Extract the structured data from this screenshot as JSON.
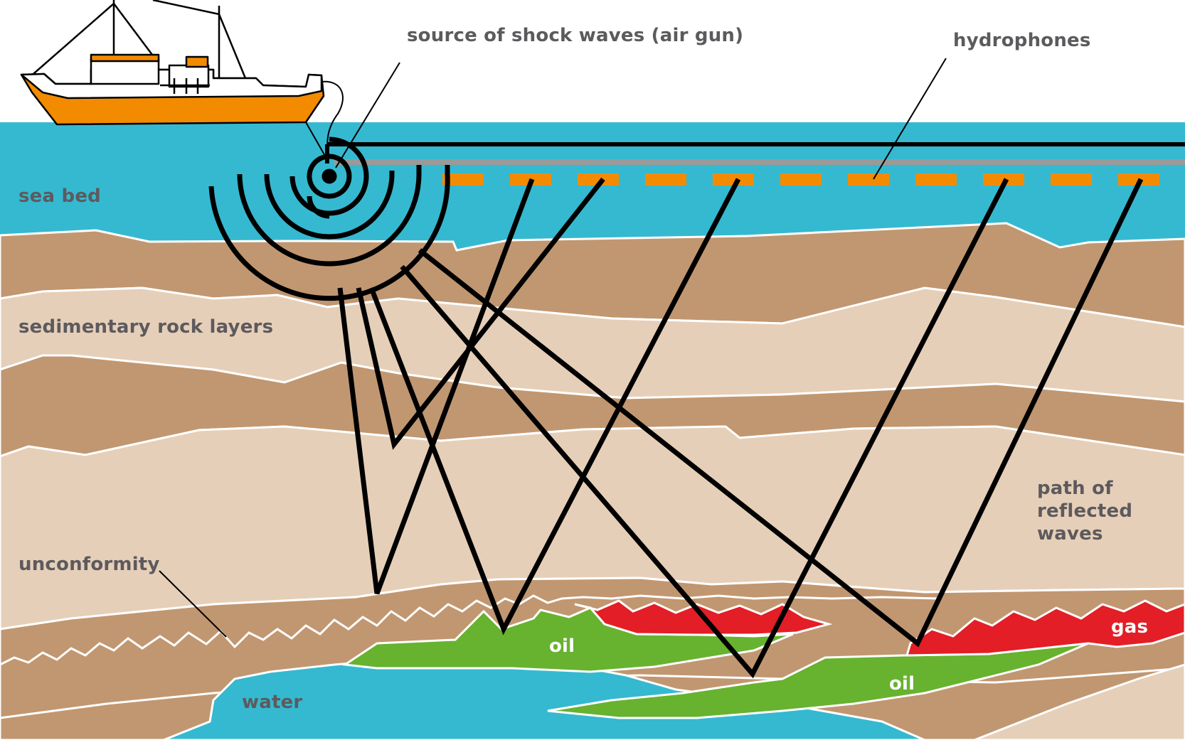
{
  "labels": {
    "source": "source of shock waves (air gun)",
    "hydrophones": "hydrophones",
    "sea_bed": "sea bed",
    "sedimentary": "sedimentary rock layers",
    "unconformity": "unconformity",
    "path_line1": "path of",
    "path_line2": "reflected",
    "path_line3": "waves",
    "oil_left": "oil",
    "oil_right": "oil",
    "gas": "gas",
    "water": "water"
  },
  "colors": {
    "sea": "#35b9d0",
    "rock_dark": "#c19771",
    "rock_light": "#e6cfb8",
    "oil": "#67b22f",
    "gas": "#e31e26",
    "water": "#35b9d0",
    "ship_hull": "#f28b00",
    "hydrophone": "#f28b00",
    "streamer": "#9a9a9a",
    "line": "#000000",
    "label_text": "#5d5a5e"
  }
}
